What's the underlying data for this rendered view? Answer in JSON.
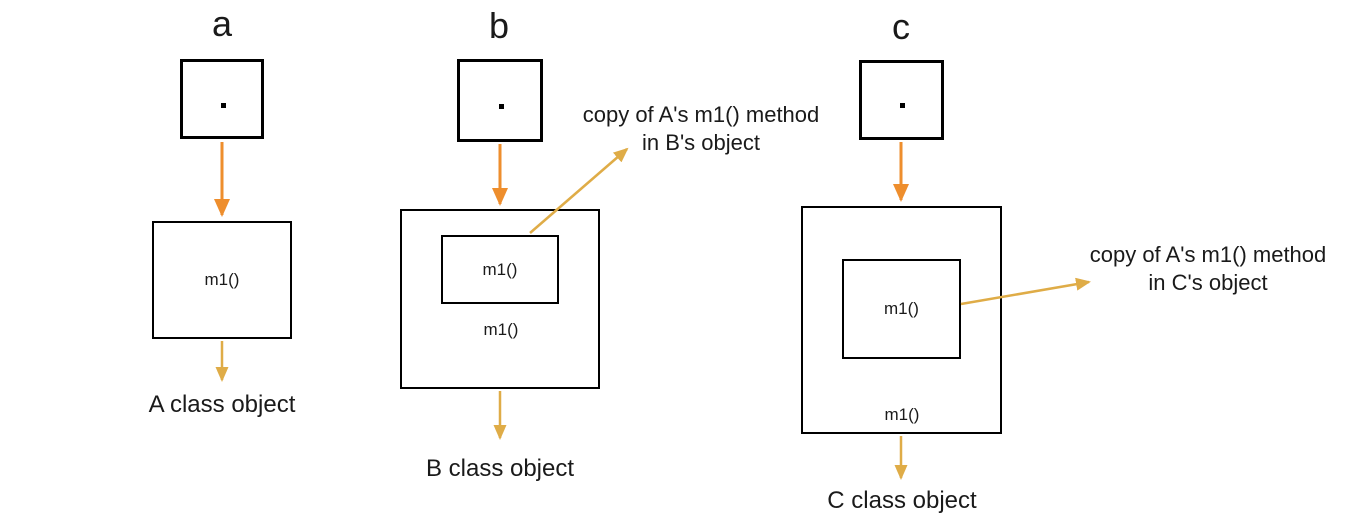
{
  "colors": {
    "arrow_orange": "#EE8E2D",
    "arrow_gold": "#DFAC47",
    "box_border": "#000000",
    "text": "#1A1A1A"
  },
  "figure_a": {
    "label": "a",
    "method": "m1()",
    "caption": "A class object"
  },
  "figure_b": {
    "label": "b",
    "copied_method": "m1()",
    "own_method": "m1()",
    "caption": "B class object",
    "annotation_line1": "copy of A's m1() method",
    "annotation_line2": "in B's object"
  },
  "figure_c": {
    "label": "c",
    "copied_method": "m1()",
    "own_method": "m1()",
    "caption": "C class object",
    "annotation_line1": "copy of A's m1() method",
    "annotation_line2": "in C's object"
  }
}
